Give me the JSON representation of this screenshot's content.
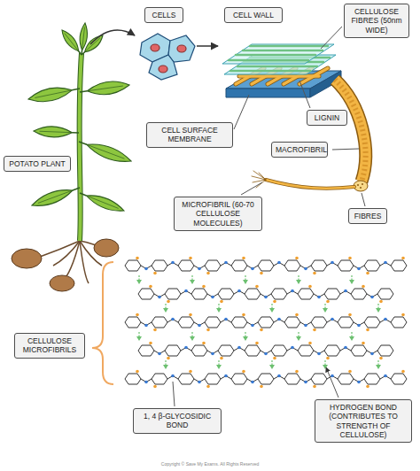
{
  "diagram": {
    "nodes": [
      {
        "text": [
          "CELLS"
        ]
      },
      {
        "text": [
          "CELL WALL"
        ]
      },
      {
        "text": [
          "CELLULOSE FIBRES (50nm WIDE)"
        ]
      },
      {
        "text": [
          "CELL SURFACE MEMBRANE"
        ]
      },
      {
        "text": [
          "LIGNIN"
        ]
      },
      {
        "text": [
          "MACROFIBRIL"
        ]
      },
      {
        "text": [
          "POTATO PLANT"
        ]
      },
      {
        "text": [
          "MICROFIBRIL (60-70 CELLULOSE MOLECULES)"
        ]
      },
      {
        "text": [
          "FIBRES"
        ]
      },
      {
        "text": [
          "CELLULOSE MICROFIBRILS"
        ]
      },
      {
        "text": [
          "1, 4 β-GLYCOSIDIC BOND"
        ]
      },
      {
        "text": [
          "HYDROGEN BOND (CONTRIBUTES TO STRENGTH OF CELLULOSE)"
        ]
      }
    ],
    "labels": [
      "Copyright © Save My Exams. All Rights Reserved"
    ]
  }
}
